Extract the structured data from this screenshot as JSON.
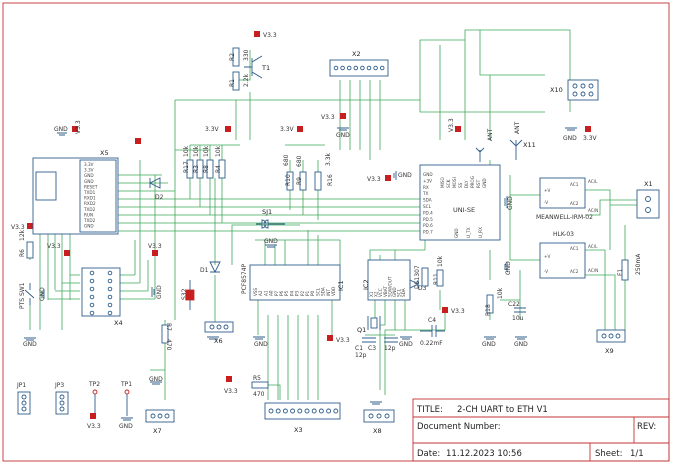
{
  "titleblock": {
    "title_label": "TITLE:",
    "title": "2-CH UART to ETH V1",
    "document_label": "Document Number:",
    "rev_label": "REV:",
    "date_label": "Date:",
    "date": "11.12.2023 10:56",
    "sheet_label": "Sheet:",
    "sheet": "1/1"
  },
  "labels": {
    "gnd": "GND",
    "v33": "V3.3",
    "v33b": "3.3V"
  },
  "colors": {
    "wire": "#3fa85a",
    "component": "#2f5d8a",
    "frame": "#c33333",
    "flag": "#c71f1f"
  },
  "components": {
    "x5": {
      "ref": "X5",
      "pins": [
        "3.3V",
        "3.3V",
        "GND",
        "GND",
        "RESET",
        "TXD1",
        "RXD1",
        "RXD2",
        "TXD2",
        "RUN",
        "TXD2",
        "GND"
      ]
    },
    "x2": {
      "ref": "X2"
    },
    "x10": {
      "ref": "X10"
    },
    "x11": {
      "ref": "X11",
      "ant": "ANT"
    },
    "ant1": {
      "ref": "ANT"
    },
    "t1": {
      "ref": "T1"
    },
    "r1": {
      "ref": "R1",
      "value": "2.2k"
    },
    "r2": {
      "ref": "R2",
      "value": "330"
    },
    "r3": {
      "ref": "R3",
      "value": "10k"
    },
    "r4": {
      "ref": "R4",
      "value": "10k"
    },
    "r5": {
      "ref": "R5",
      "value": "470"
    },
    "r6": {
      "ref": "R6",
      "value": "12k"
    },
    "r7": {
      "ref": "R7",
      "value": "470"
    },
    "r8": {
      "ref": "R8",
      "value": "10k"
    },
    "r10": {
      "ref": "R10",
      "value": "680"
    },
    "r11": {
      "ref": "R11",
      "value": "10k"
    },
    "r12": {
      "ref": "R12",
      "value": "10k"
    },
    "r16": {
      "ref": "R16",
      "value": "3.3k"
    },
    "r17": {
      "ref": "R17",
      "value": "10k"
    },
    "r18": {
      "ref": "R18",
      "value": "10k"
    },
    "r9": {
      "ref": "R9",
      "value": "680"
    },
    "d1": {
      "ref": "D1"
    },
    "d2": {
      "ref": "D2"
    },
    "d3": {
      "ref": "D3"
    },
    "s32": {
      "ref": "S32"
    },
    "sj1": {
      "ref": "SJ1"
    },
    "sw1": {
      "ref": "PTS SW1"
    },
    "f1": {
      "ref": "F1",
      "value": "250mA"
    },
    "c1": {
      "ref": "C1",
      "value": "12p"
    },
    "c3": {
      "ref": "C3",
      "value": "12p"
    },
    "c4": {
      "ref": "C4",
      "value": "0.22mF"
    },
    "c22": {
      "ref": "C22",
      "value": "10u"
    },
    "q1": {
      "ref": "Q1"
    },
    "ic1": {
      "ref": "IC1",
      "part": "PCF8574P",
      "pins": [
        "VSS",
        "A2",
        "A1",
        "A0",
        "P7",
        "P6",
        "P5",
        "P4",
        "P3",
        "P2",
        "P1",
        "P0",
        "SCL",
        "SDA",
        "INT",
        "VDD"
      ]
    },
    "ic2": {
      "ref": "IC2",
      "part": "DS1307",
      "pins": [
        "X1",
        "X2",
        "VCC",
        "VBAT",
        "SQW/OUT",
        "GND",
        "SCL",
        "SDA"
      ]
    },
    "unise": {
      "ref": "UNI-SE",
      "pins_left": [
        "GND",
        "+3V",
        "RX",
        "TX",
        "SDA",
        "SCL",
        "PD.4",
        "PD.5",
        "PD.6",
        "PD.7"
      ],
      "pins_top": [
        "MISO",
        "SCK",
        "MOSI",
        "SS",
        "DLY",
        "PROG",
        "RST",
        "GND"
      ],
      "pins_bottom": [
        "GND",
        "U_TX",
        "U_RX"
      ]
    },
    "psu": {
      "ref": "MEANWELL-IRM-02",
      "ref2": "HLK-03",
      "pins_left": [
        "+V",
        "-V"
      ],
      "pins_right": [
        "AC1",
        "AC2"
      ]
    },
    "x1": {
      "ref": "X1"
    },
    "x3": {
      "ref": "X3"
    },
    "x4": {
      "ref": "X4"
    },
    "x6": {
      "ref": "X6"
    },
    "x7": {
      "ref": "X7"
    },
    "x8": {
      "ref": "X8"
    },
    "x9": {
      "ref": "X9"
    },
    "jp1": {
      "ref": "JP1"
    },
    "jp3": {
      "ref": "JP3"
    },
    "tp1": {
      "ref": "TP1"
    },
    "tp2": {
      "ref": "TP2"
    },
    "acl": "AC/L",
    "acn": "AC/N"
  }
}
